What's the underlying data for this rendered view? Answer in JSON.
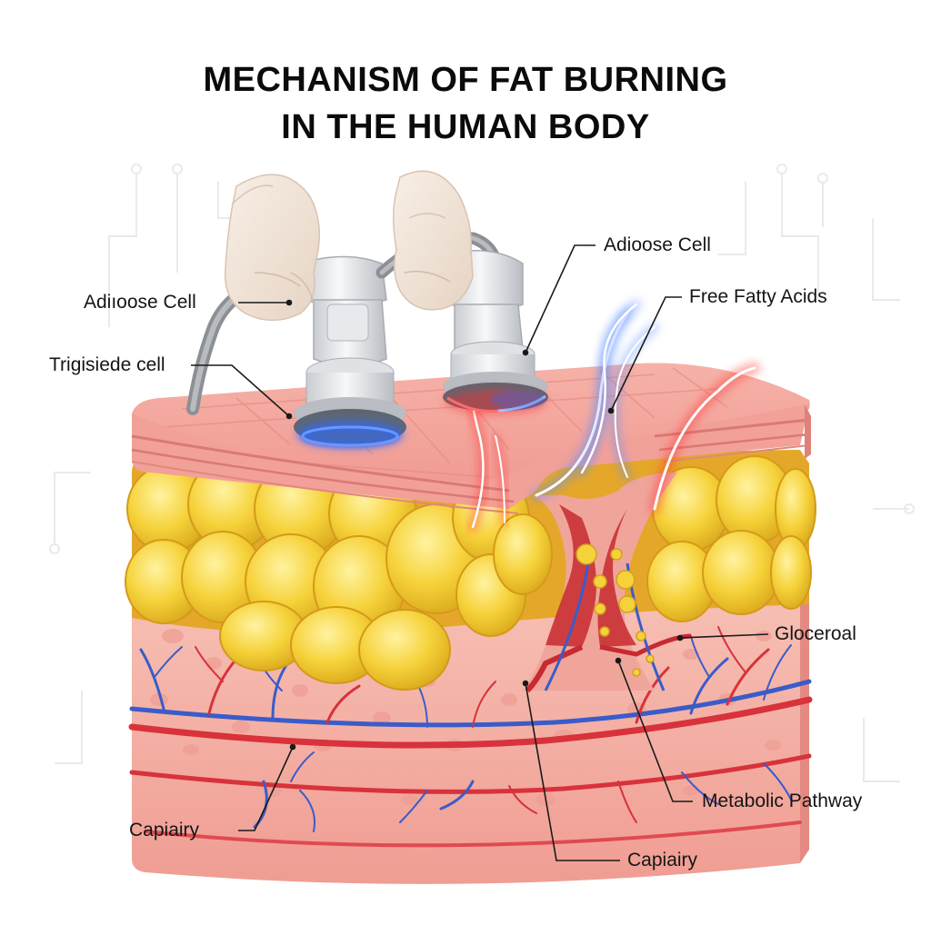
{
  "title": {
    "line1": "MECHANISM OF FAT BURNING",
    "line2": "IN THE HUMAN BODY"
  },
  "labels": {
    "adipose_cell_left": "Adiıoose Cell",
    "triglyceride_cell": "Trigisiede cell",
    "adipose_cell_right": "Adioose Cell",
    "free_fatty_acids": "Free Fatty Acids",
    "glycerol": "Gloceroal",
    "metabolic_pathway": "Metabolic Pathway",
    "capillary_left": "Capiairy",
    "capillary_bottom": "Capiairy"
  },
  "colors": {
    "epidermis": "#f3a9a2",
    "dermis": "#f6b7ad",
    "fat": "#f6d23a",
    "artery": "#d8323a",
    "vein": "#3a5cc9",
    "cool_light": "#2f6bff",
    "heat_light": "#ff2a2a",
    "device": "#e9eaec"
  },
  "icons": [
    "circuit-background",
    "gloved-hand-icon",
    "ultrasound-probe-icon"
  ]
}
